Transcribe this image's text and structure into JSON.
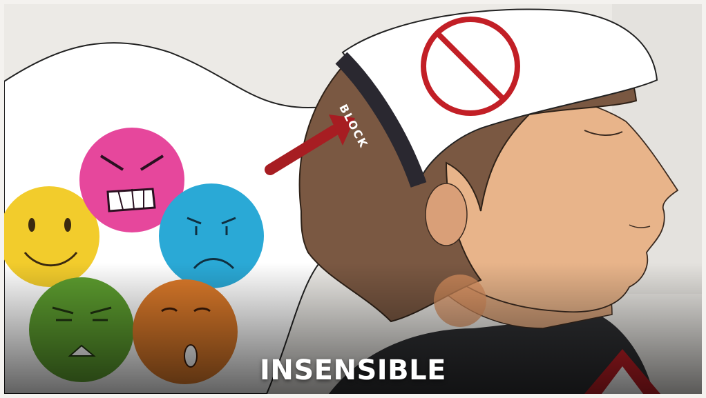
{
  "headband": {
    "text": "BLOCK"
  },
  "caption": {
    "text": "INSENSIBLE"
  },
  "emotions": [
    {
      "name": "happy",
      "color": "#f2cc2c"
    },
    {
      "name": "angry",
      "color": "#e6479c"
    },
    {
      "name": "sad",
      "color": "#2aa9d6"
    },
    {
      "name": "annoyed",
      "color": "#5d9e2f"
    },
    {
      "name": "surprised",
      "color": "#dc7a2a"
    }
  ],
  "colors": {
    "prohibit": "#c21f26",
    "arrow": "#a71d22",
    "skin": "#e8b48a",
    "hair": "#7a5842"
  }
}
